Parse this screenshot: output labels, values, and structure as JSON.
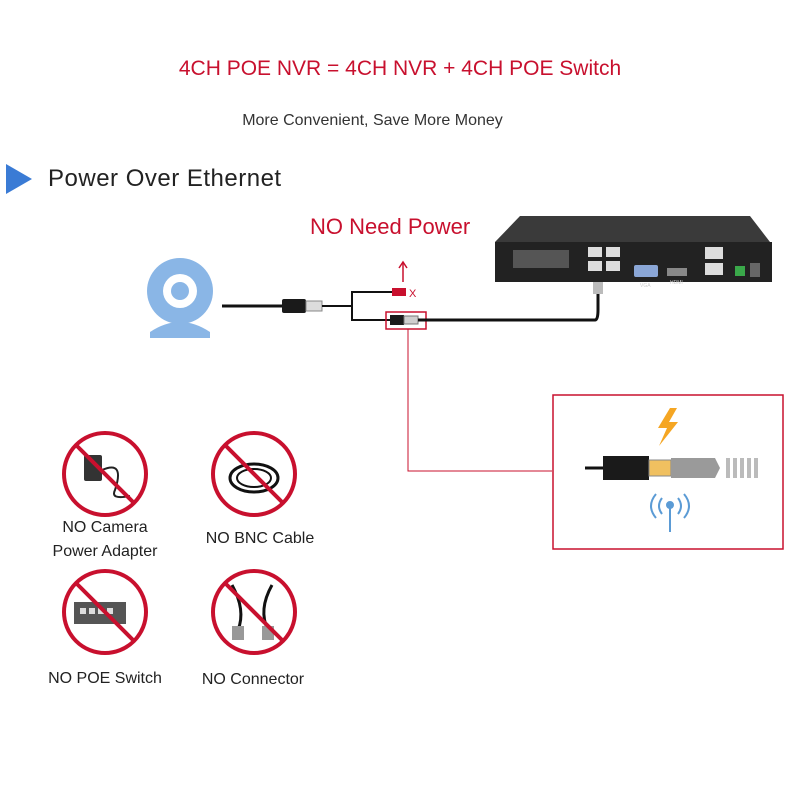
{
  "headline": "4CH POE NVR = 4CH NVR + 4CH POE Switch",
  "subheadline": "More Convenient, Save More Money",
  "section_title": "Power Over Ethernet",
  "no_power_label": "NO Need Power",
  "x_mark": "X",
  "items": [
    {
      "label_line1": "NO Camera",
      "label_line2": "Power Adapter"
    },
    {
      "label_line1": "NO BNC Cable"
    },
    {
      "label_line1": "NO POE Switch"
    },
    {
      "label_line1": "NO Connector"
    }
  ],
  "nvr_labels": {
    "vga": "VGA",
    "hdmi": "HDMI"
  },
  "colors": {
    "accent_red": "#c8102e",
    "marker_blue": "#3a7bd5",
    "camera_blue": "#8ab6e6",
    "bolt_orange": "#f5a623"
  }
}
